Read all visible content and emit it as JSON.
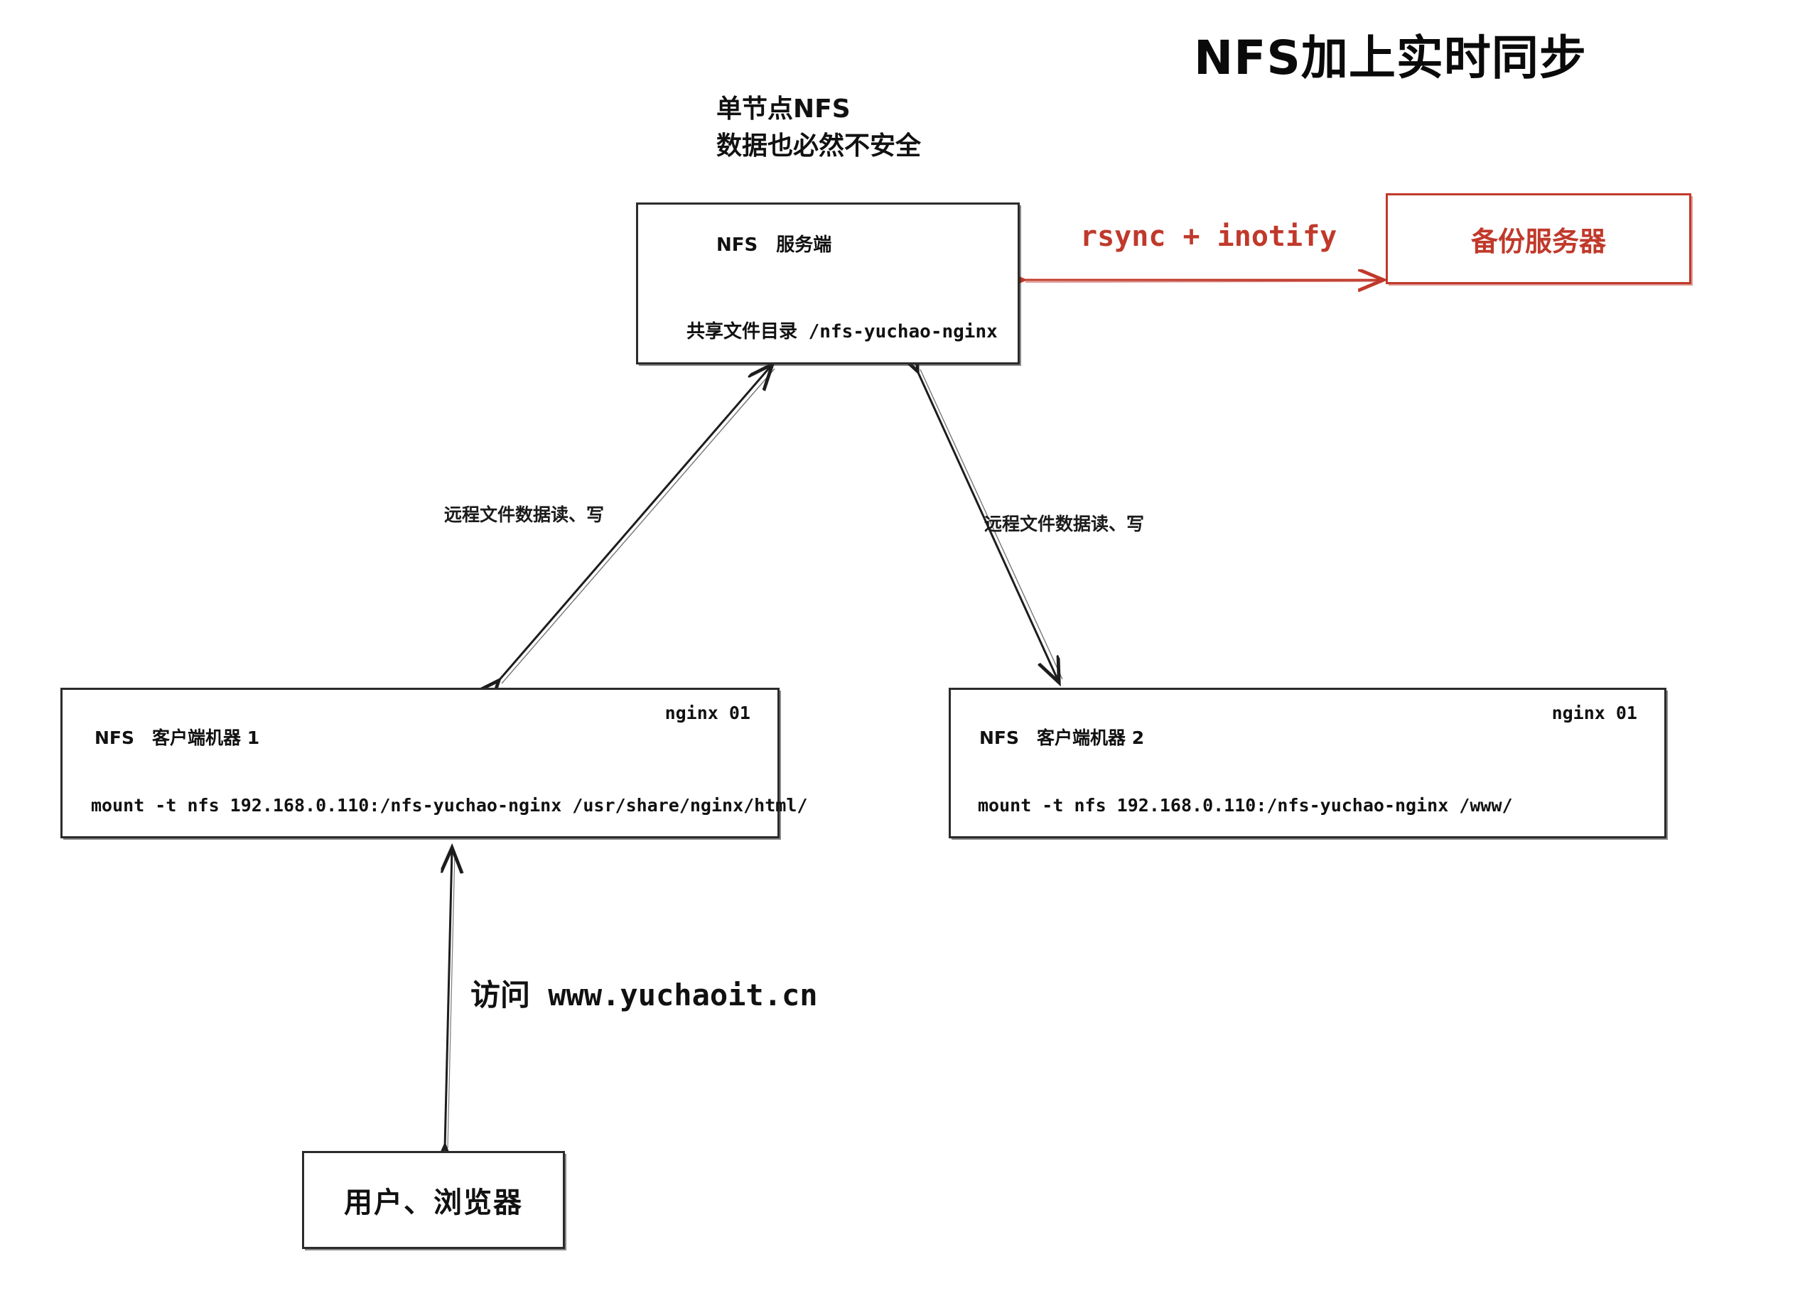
{
  "page": {
    "title": "NFS加上实时同步",
    "background_color": "#ffffff",
    "ink_color": "#2b2b2b",
    "accent_color": "#c0392b"
  },
  "notes": {
    "server_note_line1": "单节点NFS",
    "server_note_line2": "数据也必然不安全"
  },
  "nfs_server": {
    "title": "NFS　服务端",
    "share_line": "共享文件目录 /nfs-yuchao-nginx"
  },
  "sync": {
    "label": "rsync + inotify",
    "color": "#c0392b"
  },
  "backup_server": {
    "label": "备份服务器",
    "color": "#c0392b"
  },
  "clients": [
    {
      "title": "NFS　客户端机器 1",
      "tag": "nginx 01",
      "command": "mount -t nfs 192.168.0.110:/nfs-yuchao-nginx /usr/share/nginx/html/",
      "arrow_label": "远程文件数据读、写"
    },
    {
      "title": "NFS　客户端机器 2",
      "tag": "nginx 01",
      "command": "mount -t nfs 192.168.0.110:/nfs-yuchao-nginx /www/",
      "arrow_label": "远程文件数据读、写"
    }
  ],
  "browser": {
    "label": "用户、浏览器",
    "access_label": "访问 www.yuchaoit.cn"
  }
}
